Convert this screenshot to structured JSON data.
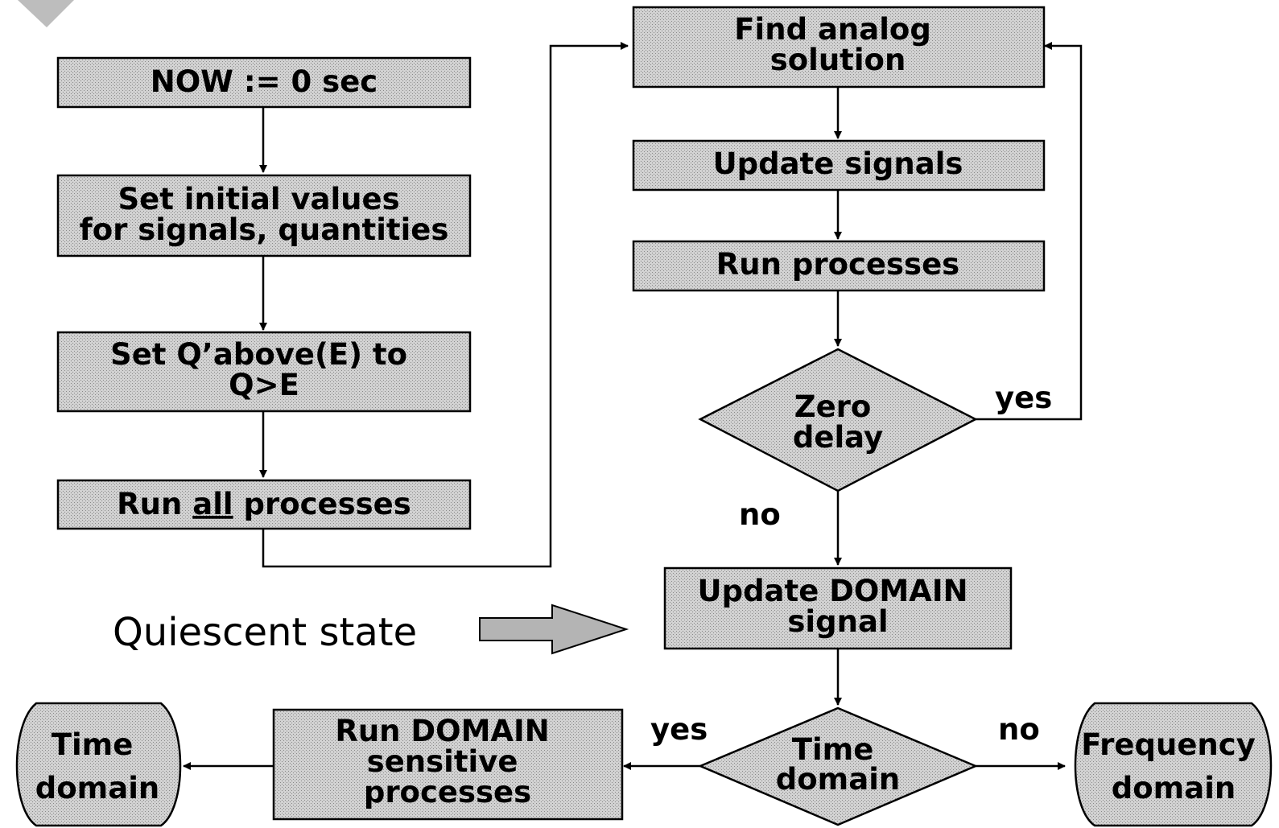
{
  "nodes": {
    "now": {
      "lines": [
        "NOW := 0 sec"
      ]
    },
    "set_initial": {
      "lines": [
        "Set initial values",
        "for signals, quantities"
      ]
    },
    "set_qabove": {
      "lines": [
        "Set Q’above(E) to",
        "Q>E"
      ]
    },
    "run_all": {
      "pre": "Run ",
      "underlined": "all",
      "post": " processes"
    },
    "find_analog": {
      "lines": [
        "Find analog",
        "solution"
      ]
    },
    "update_signals": {
      "lines": [
        "Update signals"
      ]
    },
    "run_processes": {
      "lines": [
        "Run processes"
      ]
    },
    "zero_delay": {
      "lines": [
        "Zero",
        "delay"
      ]
    },
    "update_domain": {
      "lines": [
        "Update DOMAIN",
        "signal"
      ]
    },
    "time_domain_decision": {
      "lines": [
        "Time",
        "domain"
      ]
    },
    "run_domain_sensitive": {
      "lines": [
        "Run DOMAIN",
        "sensitive",
        "processes"
      ]
    },
    "time_domain_terminal": {
      "lines": [
        "Time",
        "domain"
      ]
    },
    "frequency_domain_terminal": {
      "lines": [
        "Frequency",
        "domain"
      ]
    }
  },
  "edge_labels": {
    "zero_yes": "yes",
    "zero_no": "no",
    "time_yes": "yes",
    "time_no": "no"
  },
  "annotation": {
    "quiescent": "Quiescent state"
  }
}
